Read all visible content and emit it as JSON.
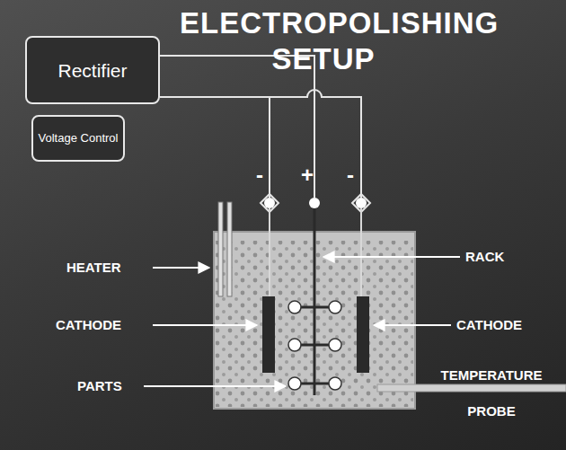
{
  "diagram": {
    "title": "ELECTROPOLISHING SETUP",
    "nodes": [
      {
        "text": [
          "Rectifier"
        ]
      },
      {
        "text": [
          "Voltage Control"
        ]
      }
    ],
    "labels": [
      "-",
      "+",
      "-",
      "HEATER",
      "RACK",
      "CATHODE",
      "CATHODE",
      "PARTS",
      "TEMPERATURE PROBE"
    ]
  }
}
